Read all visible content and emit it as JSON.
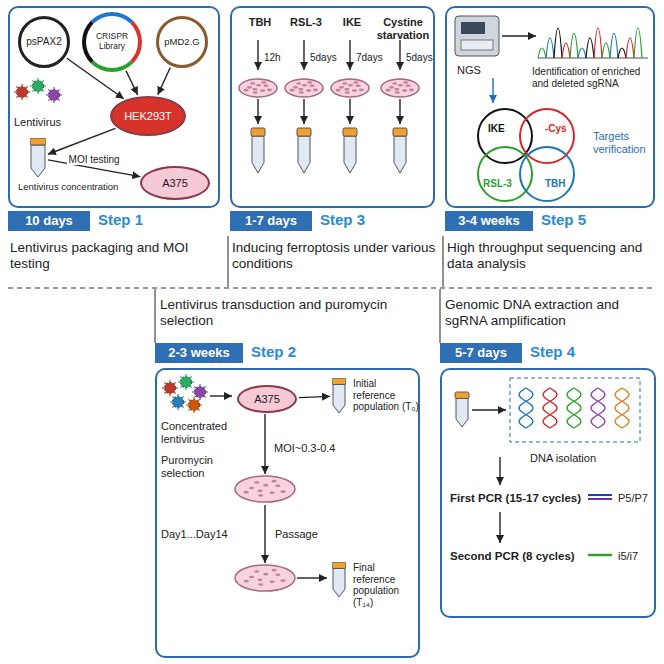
{
  "diagram": {
    "nodes": [
      {
        "text": [
          "Lentivirus"
        ]
      },
      {
        "text": [
          "psPAX2"
        ],
        "in": 0
      },
      {
        "text": [
          "CRISPR Library"
        ],
        "in": 0
      },
      {
        "text": [
          "pMD2.G"
        ],
        "in": 0
      },
      {
        "text": [
          "HEK293T"
        ],
        "in": 0
      },
      {
        "text": [
          "Lentivirus concentration"
        ],
        "in": 0
      },
      {
        "text": [
          "A375"
        ],
        "in": 0
      },
      {
        "text": [
          "TBH",
          "RSL-3",
          "IKE",
          "Cystine starvation",
          "12h",
          "5days",
          "7days",
          "5days"
        ]
      },
      {
        "text": [
          "NGS",
          "Identification of enriched and deleted sgRNA",
          "Targets verification"
        ]
      },
      {
        "text": [
          "IKE"
        ],
        "in": 8
      },
      {
        "text": [
          "-Cys"
        ],
        "in": 8
      },
      {
        "text": [
          "RSL-3"
        ],
        "in": 8
      },
      {
        "text": [
          "TBH"
        ],
        "in": 8
      },
      {
        "text": [
          "10 days",
          "Step 1"
        ]
      },
      {
        "text": [
          "1-7 days",
          "Step 3"
        ]
      },
      {
        "text": [
          "3-4 weeks",
          "Step 5"
        ]
      },
      {
        "text": [
          "2-3 weeks",
          "Step 2"
        ]
      },
      {
        "text": [
          "5-7 days",
          "Step 4"
        ]
      },
      {
        "text": [
          "Concentrated lentivirus",
          "Puromycin selection",
          "MOI~0.3-0.4",
          "Day1...Day14",
          "Passage"
        ]
      },
      {
        "text": [
          "A375"
        ],
        "in": 18
      },
      {
        "text": [
          "Initial reference population (T₀)"
        ],
        "in": 18
      },
      {
        "text": [
          "Final reference population (T₁₄)"
        ],
        "in": 18
      },
      {
        "text": [
          "DNA isolation",
          "First PCR (15-17 cycles)",
          "P5/P7",
          "Second PCR (8 cycles)",
          "i5/i7"
        ]
      }
    ],
    "edges": [
      {
        "from": 1,
        "to": 4,
        "arrow": "to"
      },
      {
        "from": 2,
        "to": 4,
        "arrow": "to"
      },
      {
        "from": 3,
        "to": 4,
        "arrow": "to"
      },
      {
        "from": 4,
        "to": 5,
        "arrow": "to"
      },
      {
        "from": 5,
        "to": 6,
        "arrow": "to",
        "label": "MOI testing"
      },
      {
        "from": 19,
        "to": 20,
        "arrow": "to"
      }
    ],
    "labels": [
      "Lentivirus packaging and MOI testing",
      "Inducing ferroptosis under various conditions",
      "High throughput sequencing and data analysis",
      "Lentivirus transduction and puromycin selection",
      "Genomic DNA extraction and sgRNA amplification"
    ]
  }
}
